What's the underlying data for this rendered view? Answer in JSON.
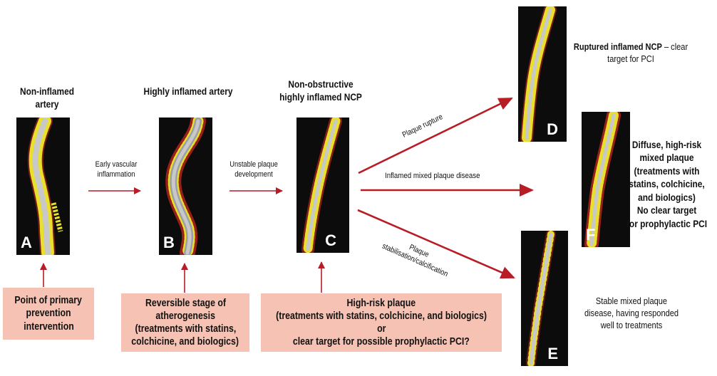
{
  "stage_titles": {
    "a": "Non-inflamed artery",
    "b": "Highly inflamed artery",
    "c_line1": "Non-obstructive",
    "c_line2": "highly inflamed NCP"
  },
  "transitions": {
    "ab_line1": "Early vascular",
    "ab_line2": "inflammation",
    "bc_line1": "Unstable plaque",
    "bc_line2": "development",
    "rupture": "Plaque rupture",
    "inflamed": "Inflamed mixed plaque disease",
    "stab_line1": "Plaque",
    "stab_line2": "stabilisation/calcification"
  },
  "panels": {
    "a": "A",
    "b": "B",
    "c": "C",
    "d": "D",
    "e": "E",
    "f": "F"
  },
  "outcomes": {
    "d_bold": "Ruptured inflamed NCP",
    "d_rest": " – clear",
    "d_line2": "target for PCI",
    "f_lines": [
      "Diffuse, high-risk",
      "mixed plaque",
      "(treatments with",
      "statins, colchicine,",
      "and biologics)",
      "No clear target",
      "for prophylactic PCI"
    ],
    "e_lines": [
      "Stable mixed plaque",
      "disease, having responded",
      "well to treatments"
    ]
  },
  "boxes": {
    "a_lines": [
      "Point of primary",
      "prevention",
      "intervention"
    ],
    "b_lines": [
      "Reversible stage of",
      "atherogenesis",
      "(treatments with statins,",
      "colchicine, and biologics)"
    ],
    "c_lines": [
      "High-risk plaque",
      "(treatments with statins, colchicine, and biologics)",
      "or",
      "clear target for possible prophylactic PCI?"
    ]
  },
  "colors": {
    "arrow": "#b81c25",
    "box": "#f6c2b3",
    "panel_bg": "#0c0c0c",
    "vessel": "#c8c8c8",
    "plaque_yellow": "#e8e02a",
    "plaque_red": "#d42a20"
  }
}
